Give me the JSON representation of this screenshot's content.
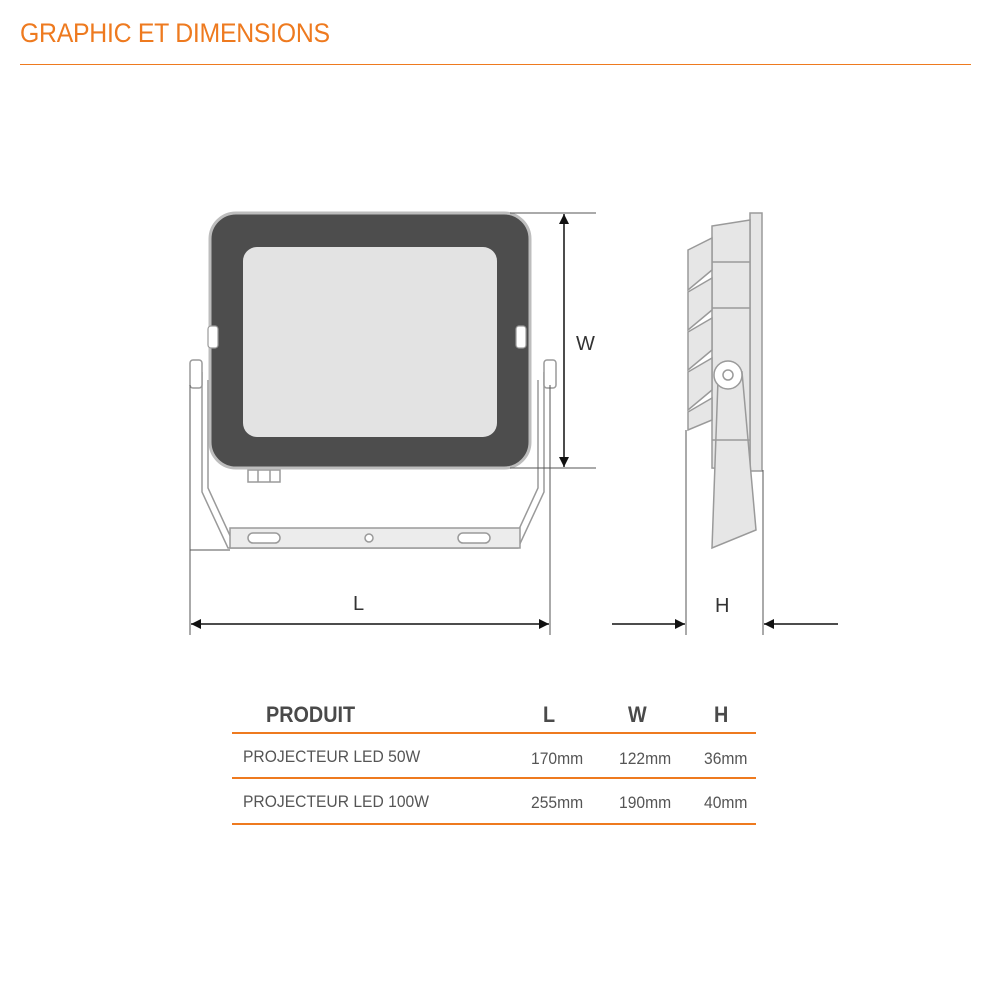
{
  "header": {
    "title": "GRAPHIC ET DIMENSIONS"
  },
  "accent_color": "#ee7a1f",
  "drawing": {
    "label_w": "W",
    "label_l": "L",
    "label_h": "H"
  },
  "table": {
    "headers": {
      "product": "PRODUIT",
      "l": "L",
      "w": "W",
      "h": "H"
    },
    "rows": [
      {
        "product": "PROJECTEUR LED 50W",
        "l": "170mm",
        "w": "122mm",
        "h": "36mm"
      },
      {
        "product": "PROJECTEUR LED 100W",
        "l": "255mm",
        "w": "190mm",
        "h": "40mm"
      }
    ]
  }
}
